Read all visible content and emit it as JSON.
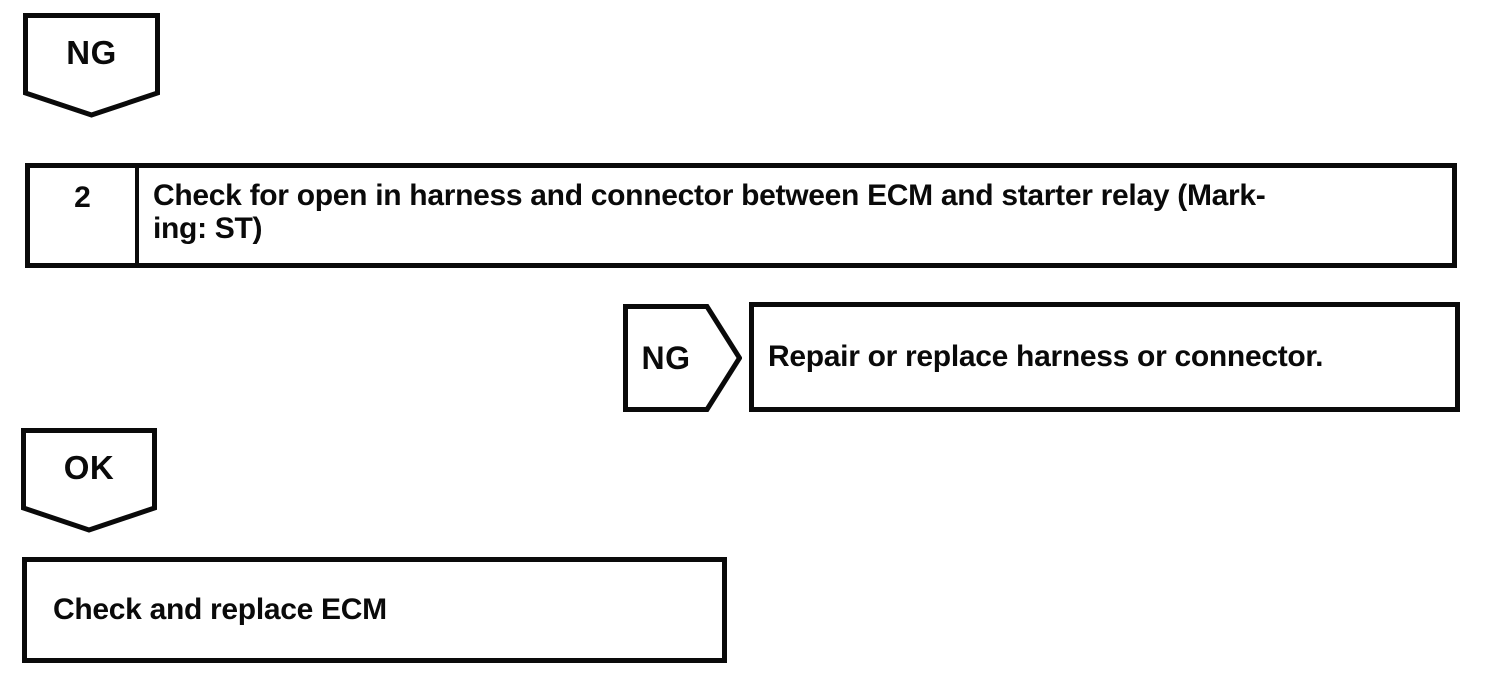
{
  "flowchart": {
    "ng_top": {
      "label": "NG"
    },
    "step": {
      "number": "2",
      "title_lines": [
        "Check for open in harness and connector between ECM and starter relay (Mark-",
        "ing: ST)"
      ]
    },
    "ng_branch": {
      "label": "NG"
    },
    "repair_action": {
      "text": "Repair or replace harness or connector."
    },
    "ok_branch": {
      "label": "OK"
    },
    "final_action": {
      "text": "Check and replace ECM"
    },
    "colors": {
      "ink": "#0a0a0a",
      "paper": "#ffffff"
    }
  }
}
